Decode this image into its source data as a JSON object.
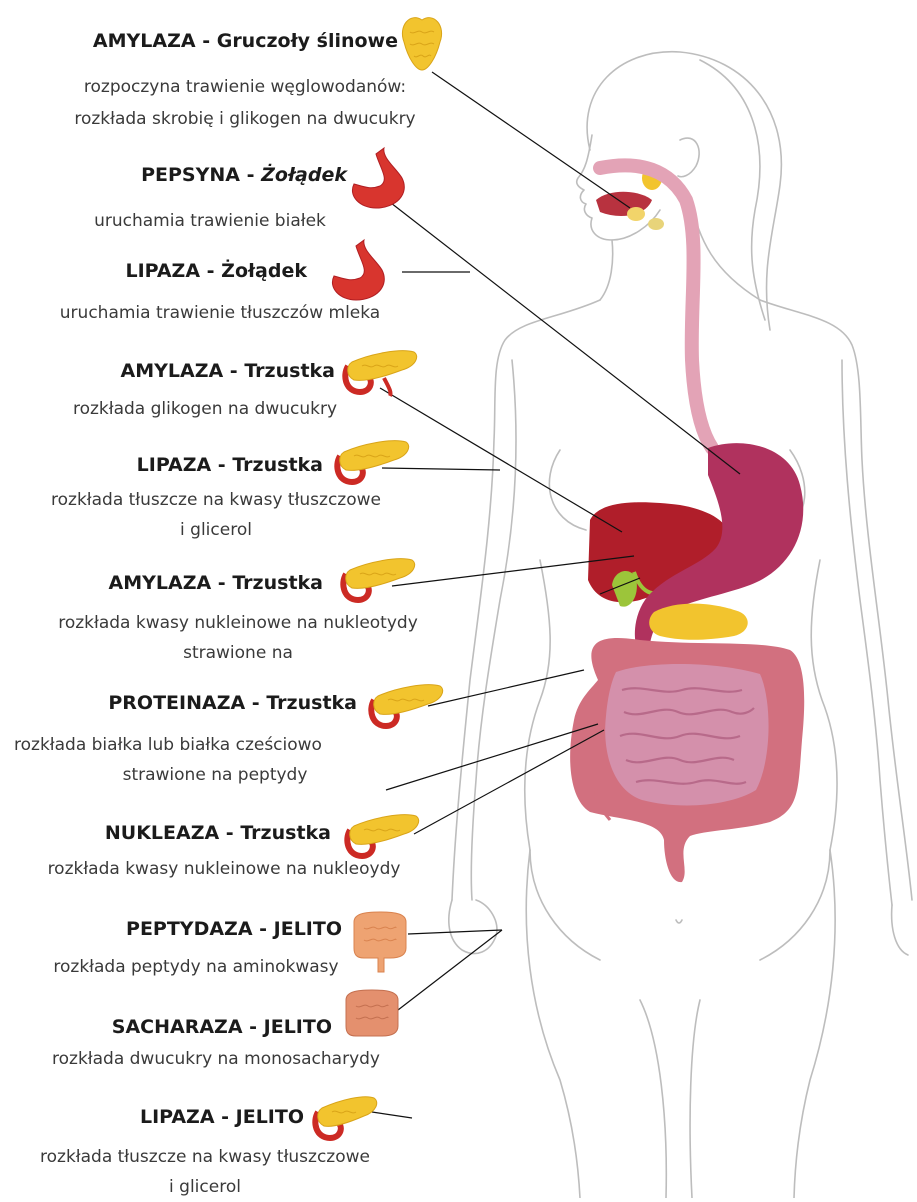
{
  "entries": [
    {
      "enzyme": "AMYLAZA",
      "sep": " - ",
      "organ": "Gruczoły ślinowe",
      "organ_italic": false,
      "line1": "rozpoczyna trawienie węglowodanów:",
      "line2": "rozkłada skrobię i glikogen na dwucukry",
      "icon": "salivary-gland-icon"
    },
    {
      "enzyme": "PEPSYNA",
      "sep": " - ",
      "organ": "Żołądek",
      "organ_italic": true,
      "line1": "uruchamia trawienie białek",
      "line2": "",
      "icon": "stomach-icon"
    },
    {
      "enzyme": "LIPAZA",
      "sep": " - ",
      "organ": "Żołądek",
      "organ_italic": false,
      "line1": "uruchamia trawienie tłuszczów mleka",
      "line2": "",
      "icon": "stomach-icon"
    },
    {
      "enzyme": "AMYLAZA",
      "sep": " - ",
      "organ": "Trzustka",
      "organ_italic": false,
      "line1": "rozkłada glikogen na dwucukry",
      "line2": "",
      "icon": "pancreas-icon"
    },
    {
      "enzyme": "LIPAZA",
      "sep": " - ",
      "organ": "Trzustka",
      "organ_italic": false,
      "line1": "rozkłada tłuszcze na kwasy tłuszczowe",
      "line2": "i glicerol",
      "icon": "pancreas-icon"
    },
    {
      "enzyme": "AMYLAZA",
      "sep": " - ",
      "organ": "Trzustka",
      "organ_italic": false,
      "line1": "rozkłada kwasy nukleinowe na nukleotydy",
      "line2": "strawione na",
      "icon": "pancreas-icon"
    },
    {
      "enzyme": "PROTEINAZA",
      "sep": " - ",
      "organ": "Trzustka",
      "organ_italic": false,
      "line1": "rozkłada białka lub białka cześciowo",
      "line2": "strawione na peptydy",
      "icon": "pancreas-icon"
    },
    {
      "enzyme": "NUKLEAZA",
      "sep": " - ",
      "organ": "Trzustka",
      "organ_italic": false,
      "line1": "rozkłada kwasy nukleinowe na nukleoydy",
      "line2": "",
      "icon": "pancreas-icon"
    },
    {
      "enzyme": "PEPTYDAZA",
      "sep": " - ",
      "organ": "JELITO",
      "organ_italic": false,
      "line1": "rozkłada peptydy na aminokwasy",
      "line2": "",
      "icon": "intestine-icon"
    },
    {
      "enzyme": "SACHARAZA",
      "sep": " - ",
      "organ": "JELITO",
      "organ_italic": false,
      "line1": "rozkłada dwucukry na monosacharydy",
      "line2": "",
      "icon": "intestine-icon"
    },
    {
      "enzyme": "LIPAZA",
      "sep": " - ",
      "organ": "JELITO",
      "organ_italic": false,
      "line1": "rozkłada tłuszcze na kwasy tłuszczowe",
      "line2": "i glicerol",
      "icon": "pancreas-icon"
    }
  ],
  "colors": {
    "outline": "#b9b9b9",
    "esophagus": "#e3a3b6",
    "stomach": "#b0325e",
    "liver": "#b01e2a",
    "pancreas": "#f2c42e",
    "colon": "#d2707f",
    "small_intestine": "#d490ab",
    "gallbladder": "#9cc53a",
    "leader": "#111111"
  }
}
